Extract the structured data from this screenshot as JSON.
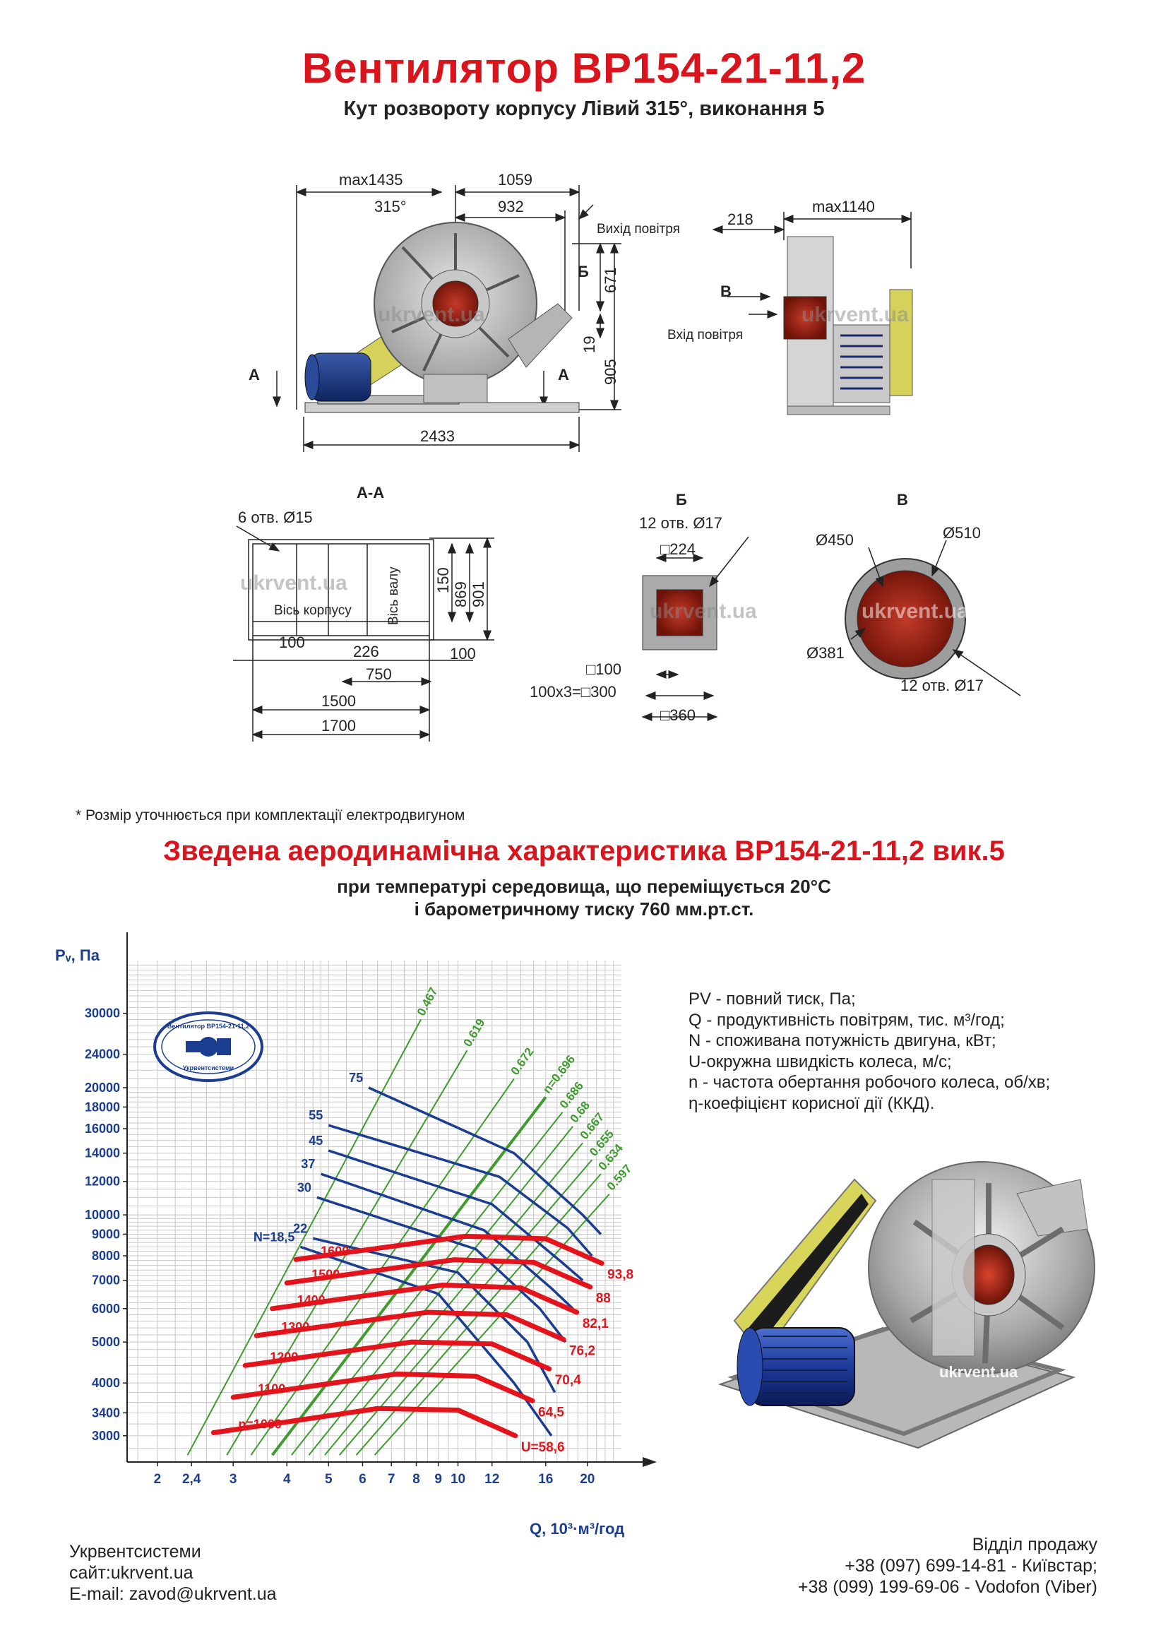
{
  "header": {
    "title": "Вентилятор ВР154-21-11,2",
    "subtitle": "Кут розвороту корпусу Лівий 315°, виконання 5"
  },
  "drawings": {
    "front": {
      "dim_max_width": "max1435",
      "dim_outlet_width": "1059",
      "dim_932": "932",
      "angle": "315°",
      "outlet_label": "Вихід повітря",
      "dim_671": "671",
      "dim_19": "19",
      "dim_905": "905",
      "dim_length": "2433",
      "label_b": "Б",
      "label_a_left": "А",
      "label_a_right": "А"
    },
    "side": {
      "dim_218": "218",
      "dim_max_depth": "max1140",
      "label_v": "В",
      "inlet_label": "Вхід повітря"
    },
    "section_aa": {
      "title": "А-А",
      "holes": "6 отв.  Ø15",
      "housing_axis": "Вісь корпусу",
      "shaft_axis": "Вісь валу",
      "dim_150": "150",
      "dim_869": "869",
      "dim_901": "901",
      "dim_100_left": "100",
      "dim_226": "226",
      "dim_100_right": "100",
      "dim_750": "750",
      "dim_1500": "1500",
      "dim_1700": "1700"
    },
    "view_b": {
      "title": "Б",
      "holes": "12 отв.  Ø17",
      "dim_224": "□224",
      "dim_100": "□100",
      "dim_300": "100х3=□300",
      "dim_360": "□360"
    },
    "view_v": {
      "title": "В",
      "d450": "Ø450",
      "d510": "Ø510",
      "d381": "Ø381",
      "holes": "12 отв.  Ø17"
    },
    "watermark": "ukrvent.ua"
  },
  "footnote": "* Розмір уточнюється при комплектації електродвигуном",
  "aero": {
    "title": "Зведена аеродинамічна характеристика ВР154-21-11,2 вик.5",
    "sub1": "при температурі середовища, що переміщується 20°С",
    "sub2": "і барометричному тиску 760 мм.рт.ст."
  },
  "chart_data": {
    "type": "line",
    "ylabel": "Pᵥ, Па",
    "xlabel": "Q, 10³·м³/год",
    "x_scale": "log",
    "y_scale": "log",
    "xlim": [
      1.7,
      24
    ],
    "ylim": [
      2600,
      40000
    ],
    "x_ticks": [
      "2",
      "2,4",
      "3",
      "4",
      "5",
      "6",
      "7",
      "8",
      "9",
      "10",
      "12",
      "16",
      "20"
    ],
    "y_ticks": [
      "30000",
      "24000",
      "20000",
      "18000",
      "16000",
      "14000",
      "12000",
      "10000",
      "9000",
      "8000",
      "7000",
      "6000",
      "5000",
      "4000",
      "3400",
      "3000"
    ],
    "grid": true,
    "series_groups": {
      "speed_curves_n": [
        {
          "name": "n=1000",
          "u": "U=58,6",
          "points": [
            [
              2.7,
              3050
            ],
            [
              6.5,
              3480
            ],
            [
              10,
              3450
            ],
            [
              13.6,
              3000
            ]
          ]
        },
        {
          "name": "1100",
          "u": "64,5",
          "points": [
            [
              3.0,
              3700
            ],
            [
              7.2,
              4200
            ],
            [
              11,
              4150
            ],
            [
              14.9,
              3630
            ]
          ]
        },
        {
          "name": "1200",
          "u": "70,4",
          "points": [
            [
              3.2,
              4400
            ],
            [
              7.8,
              5000
            ],
            [
              12,
              4950
            ],
            [
              16.3,
              4320
            ]
          ]
        },
        {
          "name": "1300",
          "u": "76,2",
          "points": [
            [
              3.4,
              5180
            ],
            [
              8.5,
              5880
            ],
            [
              13,
              5800
            ],
            [
              17.6,
              5070
            ]
          ]
        },
        {
          "name": "1400",
          "u": "82,1",
          "points": [
            [
              3.7,
              6000
            ],
            [
              9.2,
              6820
            ],
            [
              14,
              6720
            ],
            [
              18.9,
              5880
            ]
          ]
        },
        {
          "name": "1500",
          "u": "88",
          "points": [
            [
              4.0,
              6900
            ],
            [
              9.8,
              7830
            ],
            [
              15,
              7720
            ],
            [
              20.3,
              6750
            ]
          ]
        },
        {
          "name": "1600",
          "u": "93,8",
          "points": [
            [
              4.2,
              7840
            ],
            [
              10.4,
              8900
            ],
            [
              16,
              8780
            ],
            [
              21.6,
              7680
            ]
          ]
        }
      ],
      "power_curves_N": [
        {
          "name": "N=18,5",
          "points": [
            [
              4.3,
              8400
            ],
            [
              9,
              6500
            ],
            [
              13.5,
              4000
            ],
            [
              16.5,
              3000
            ]
          ]
        },
        {
          "name": "22",
          "points": [
            [
              4.6,
              8800
            ],
            [
              10,
              7300
            ],
            [
              14.5,
              5000
            ],
            [
              16.8,
              3800
            ]
          ]
        },
        {
          "name": "30",
          "points": [
            [
              4.7,
              11000
            ],
            [
              11,
              8300
            ],
            [
              15.5,
              6000
            ],
            [
              17.8,
              5000
            ]
          ]
        },
        {
          "name": "37",
          "points": [
            [
              4.8,
              12500
            ],
            [
              11.5,
              9200
            ],
            [
              16.5,
              6700
            ],
            [
              18.5,
              6000
            ]
          ]
        },
        {
          "name": "45",
          "points": [
            [
              5.0,
              14200
            ],
            [
              12,
              10600
            ],
            [
              17.5,
              7700
            ],
            [
              19.5,
              7000
            ]
          ]
        },
        {
          "name": "55",
          "points": [
            [
              5.0,
              16300
            ],
            [
              12.5,
              12300
            ],
            [
              18,
              9300
            ],
            [
              20.5,
              8000
            ]
          ]
        },
        {
          "name": "75",
          "points": [
            [
              6.2,
              20000
            ],
            [
              13.5,
              14000
            ],
            [
              19.5,
              10000
            ],
            [
              21.5,
              9000
            ]
          ]
        }
      ],
      "efficiency_lines": [
        "0.467",
        "0.619",
        "0.672",
        "n=0.696",
        "0.686",
        "0.68",
        "0.667",
        "0.655",
        "0.634",
        "0.597"
      ]
    },
    "colors": {
      "speed": "#e3141b",
      "power": "#1b3d8f",
      "efficiency": "#3f9b2e",
      "grid": "#c8c8c8"
    }
  },
  "logo": {
    "top": "Вентилятор ВР154-21-11,2",
    "bottom": "Укрвентсистеми"
  },
  "legend": [
    "PV - повний тиск, Па;",
    "Q - продуктивність повітрям, тис. м³/год;",
    "N - споживана потужність двигуна, кВт;",
    "U-окружна швидкість колеса, м/с;",
    "n - частота обертання робочого колеса, об/хв;",
    "η-коефіцієнт корисної дії (ККД)."
  ],
  "footer": {
    "company": "Укрвентсистеми",
    "site": "сайт:ukrvent.ua",
    "email": "E-mail: zavod@ukrvent.ua",
    "sales": "Відділ продажу",
    "phone1": "+38 (097) 699-14-81 - Київстар;",
    "phone2": "+38 (099) 199-69-06 - Vodofon (Viber)"
  }
}
